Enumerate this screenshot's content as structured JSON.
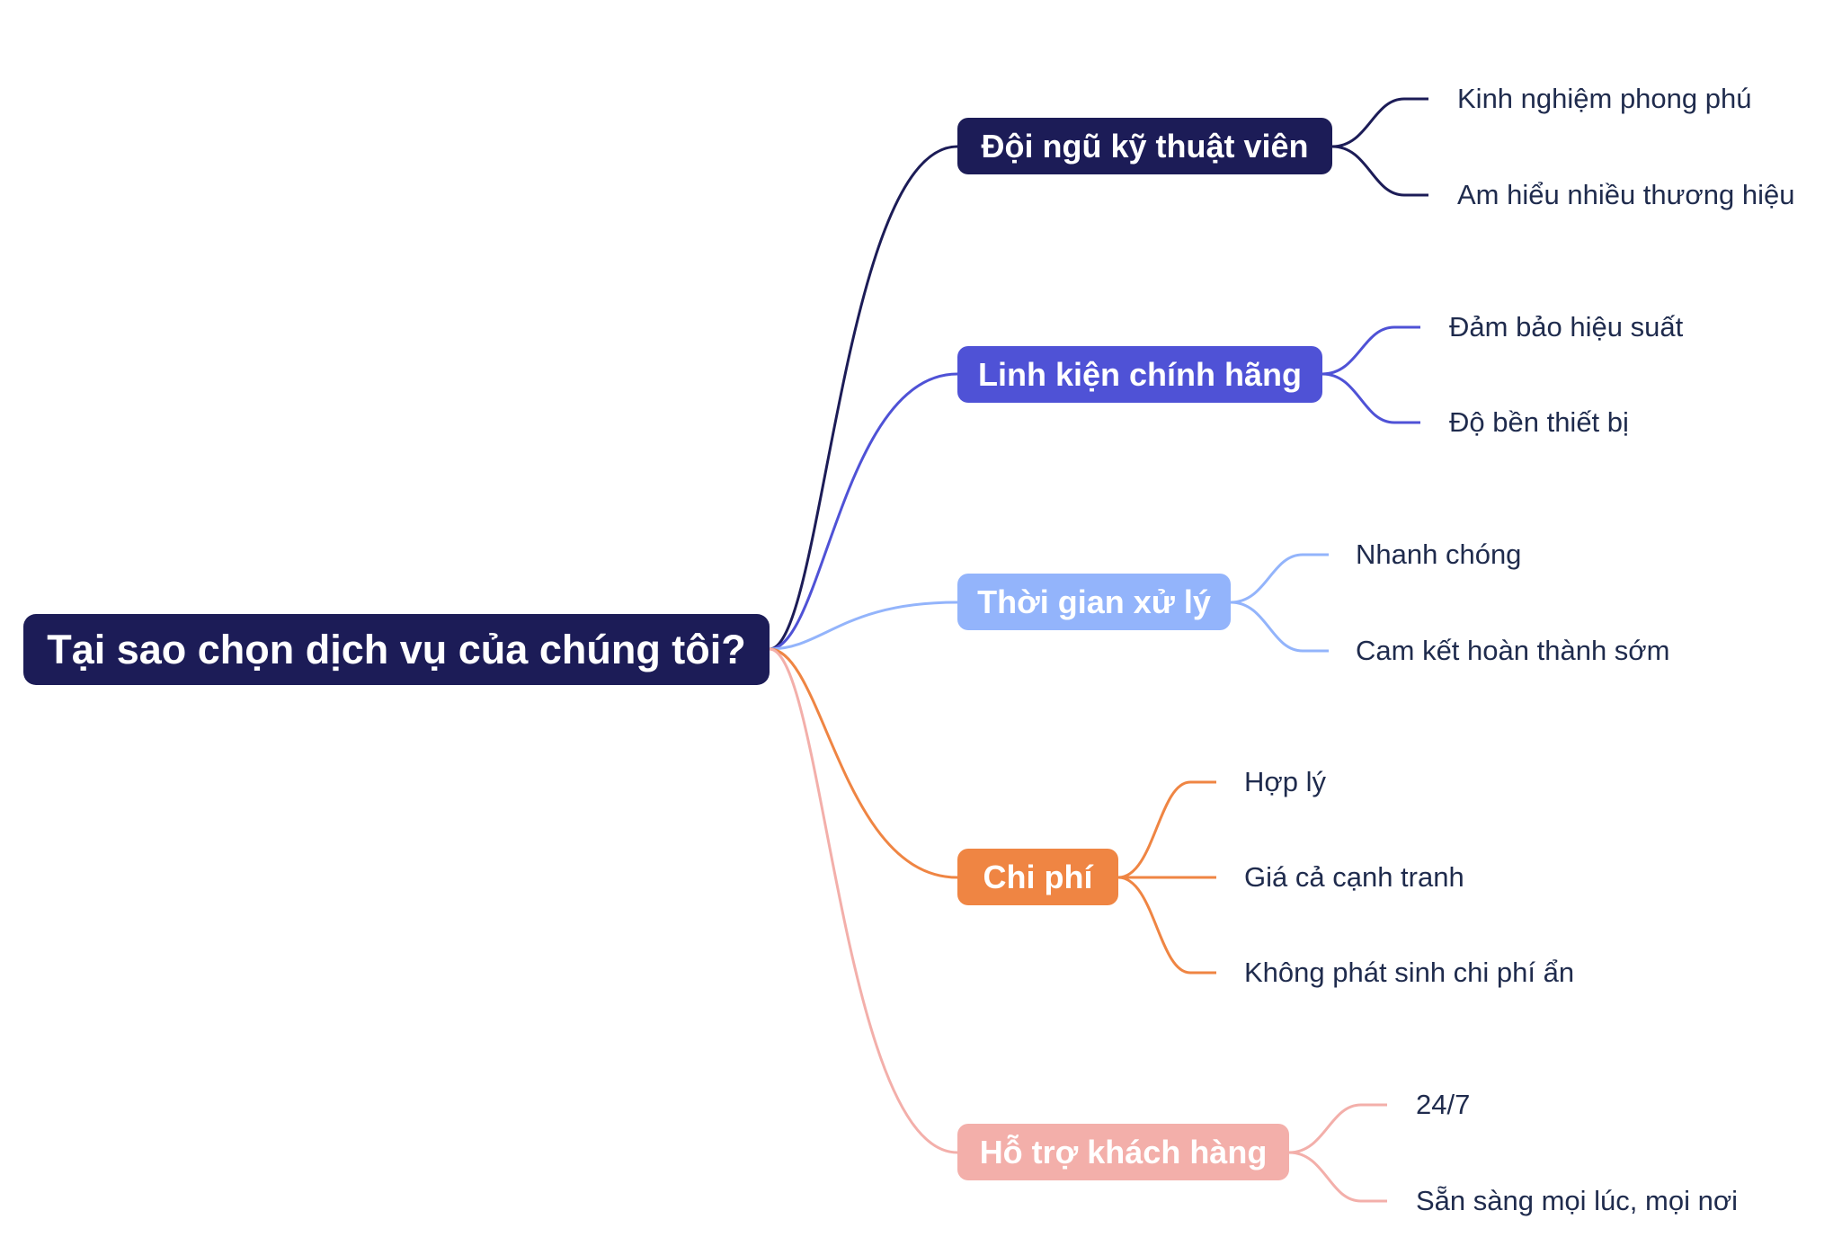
{
  "root": {
    "label": "Tại sao chọn dịch vụ của chúng tôi?",
    "color": "#1c1c57"
  },
  "branches": [
    {
      "label": "Đội ngũ kỹ thuật viên",
      "color": "#1c1c57",
      "text_color": "#ffffff",
      "children": [
        "Kinh nghiệm phong phú",
        "Am hiểu nhiều thương hiệu"
      ]
    },
    {
      "label": "Linh kiện chính hãng",
      "color": "#4f52d6",
      "text_color": "#ffffff",
      "children": [
        "Đảm bảo hiệu suất",
        "Độ bền thiết bị"
      ]
    },
    {
      "label": "Thời gian xử lý",
      "color": "#93b4fb",
      "text_color": "#ffffff",
      "children": [
        "Nhanh chóng",
        "Cam kết hoàn thành sớm"
      ]
    },
    {
      "label": "Chi phí",
      "color": "#ef8543",
      "text_color": "#ffffff",
      "children": [
        "Hợp lý",
        "Giá cả cạnh tranh",
        "Không phát sinh chi phí ẩn"
      ]
    },
    {
      "label": "Hỗ trợ khách hàng",
      "color": "#f3afaa",
      "text_color": "#ffffff",
      "children": [
        "24/7",
        "Sẵn sàng mọi lúc, mọi nơi"
      ]
    }
  ]
}
